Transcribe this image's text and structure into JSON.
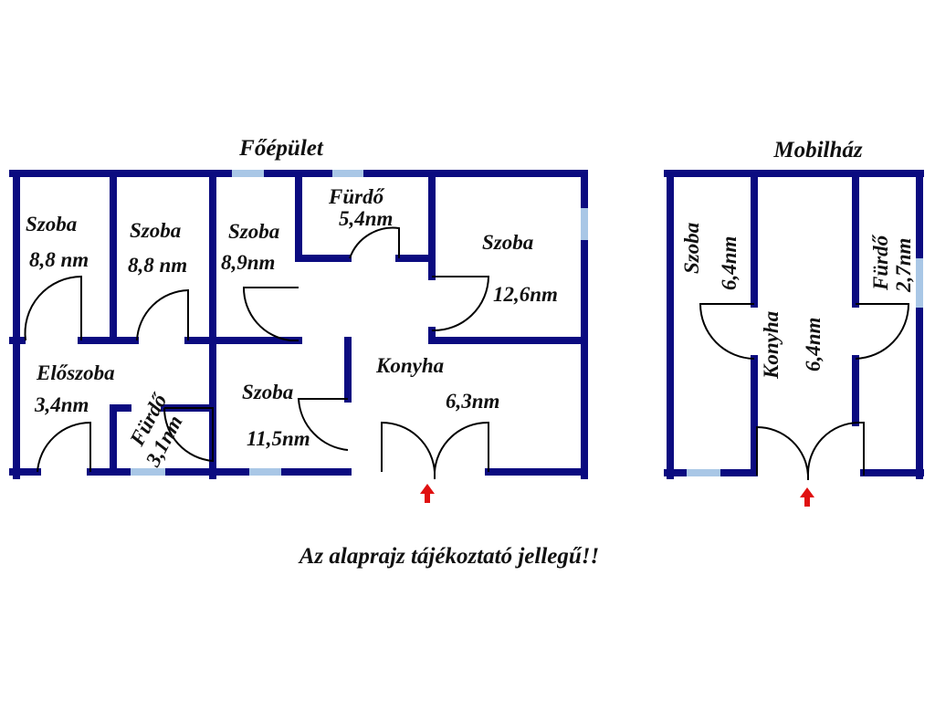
{
  "main_building": {
    "title": "Főépület",
    "rooms": [
      {
        "name": "Szoba",
        "area": "8,8 nm"
      },
      {
        "name": "Szoba",
        "area": "8,8 nm"
      },
      {
        "name": "Szoba",
        "area": "8,9nm"
      },
      {
        "name": "Fürdő",
        "area": "5,4nm"
      },
      {
        "name": "Szoba",
        "area": "12,6nm"
      },
      {
        "name": "Előszoba",
        "area": "3,4nm"
      },
      {
        "name": "Fürdő",
        "area": "3,1nm"
      },
      {
        "name": "Szoba",
        "area": "11,5nm"
      },
      {
        "name": "Konyha",
        "area": "6,3nm"
      }
    ]
  },
  "mobile_home": {
    "title": "Mobilház",
    "rooms": [
      {
        "name": "Szoba",
        "area": "6,4nm"
      },
      {
        "name": "Konyha",
        "area": "6,4nm"
      },
      {
        "name": "Fürdő",
        "area": "2,7nm"
      }
    ]
  },
  "disclaimer": "Az alaprajz tájékoztató jellegű!!",
  "colors": {
    "wall": "#0b0b80",
    "window": "#a9c7e6",
    "entrance_arrow": "#e01010"
  }
}
